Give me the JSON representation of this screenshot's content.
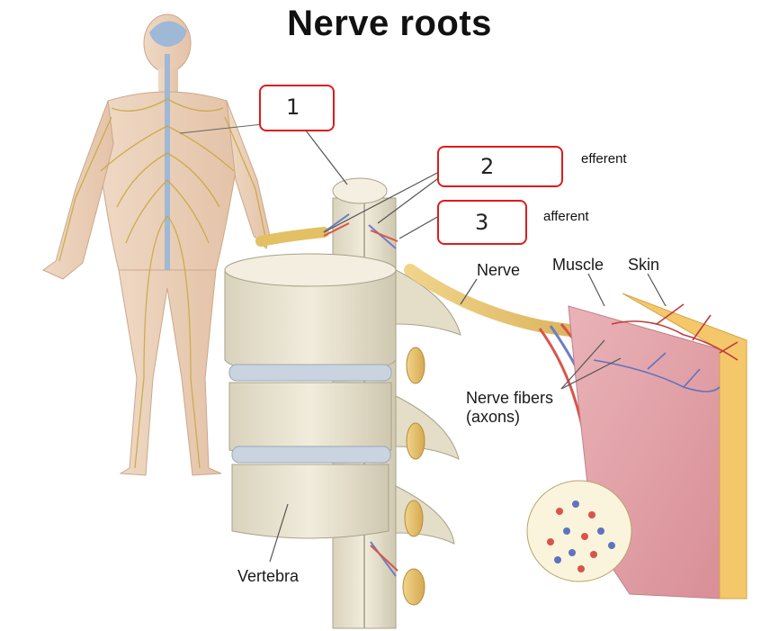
{
  "title": "Nerve roots",
  "boxes": [
    {
      "number": "1",
      "annotation": ""
    },
    {
      "number": "2",
      "annotation": "efferent"
    },
    {
      "number": "3",
      "annotation": "afferent"
    }
  ],
  "labels": {
    "nerve": "Nerve",
    "muscle": "Muscle",
    "skin": "Skin",
    "nerve_fibers_line1": "Nerve fibers",
    "nerve_fibers_line2": "(axons)",
    "vertebra": "Vertebra"
  },
  "colors": {
    "box_border": "#e01b1b",
    "nerve_yellow": "#e3c063",
    "bone": "#e9e4d2",
    "muscle": "#e7a7ad",
    "skin": "#f4c86a"
  }
}
